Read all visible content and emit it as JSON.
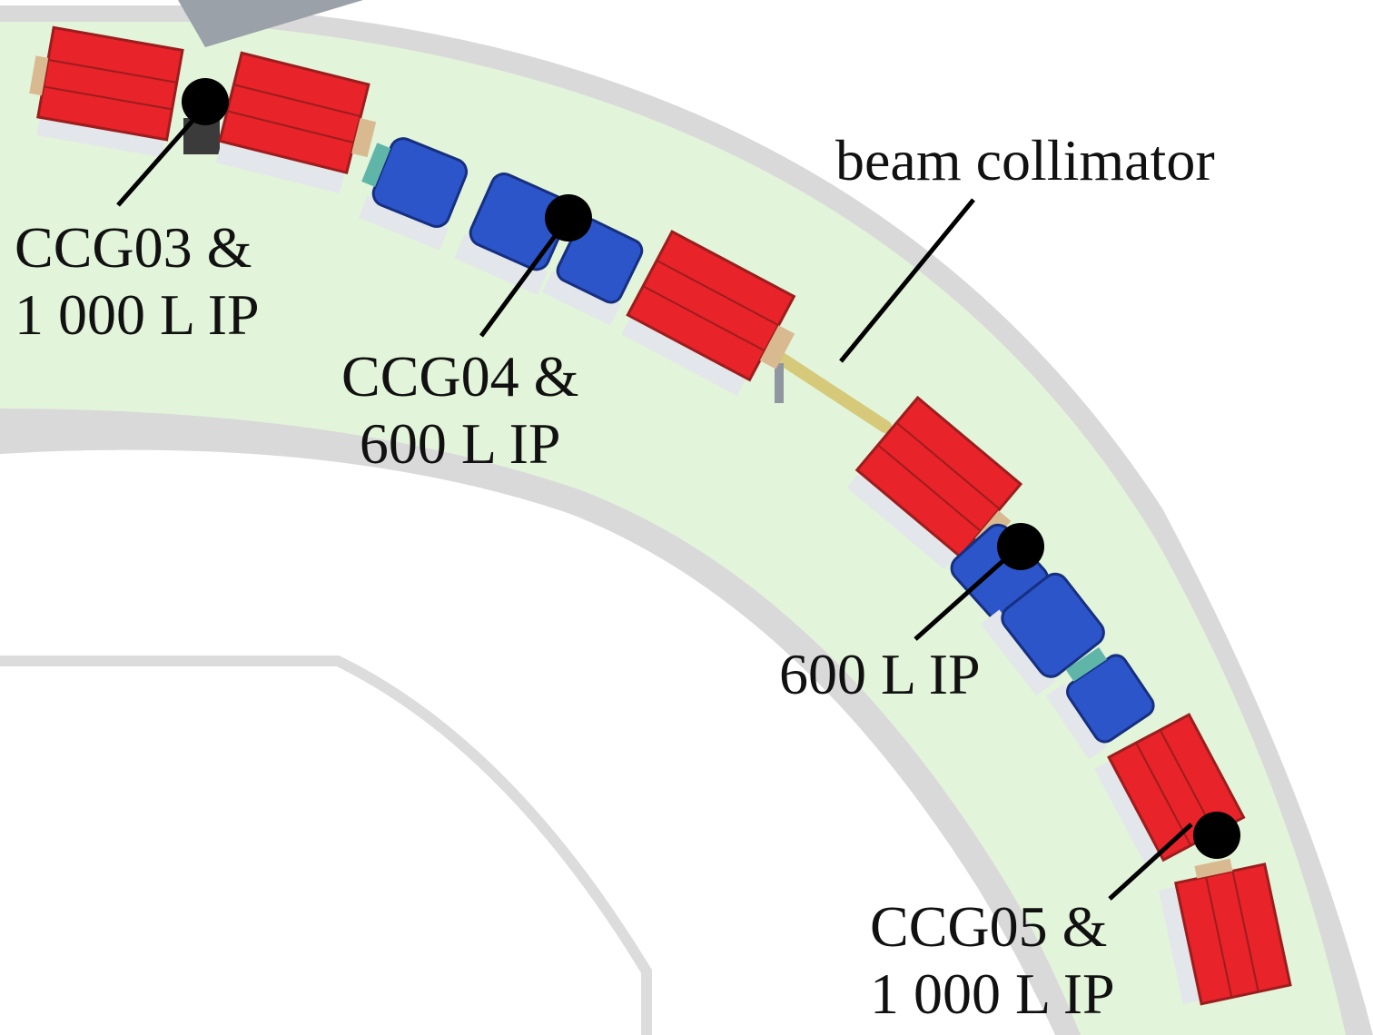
{
  "colors": {
    "tunnel_floor": "#e2f4d9",
    "tunnel_wall": "#d9d9d9",
    "inner_wall": "#dcdcdc",
    "dipole_red": "#e8232a",
    "dipole_dark": "#9c1d1d",
    "quad_blue": "#2c55c9",
    "quad_dark": "#162f80",
    "support": "#e3e6ea",
    "flange": "#d9b990",
    "beam_pipe": "#d6c97a",
    "marker": "#000000",
    "leader": "#000000",
    "text": "#111111"
  },
  "labels": {
    "ccg03": {
      "line1": "CCG03 &",
      "line2": "1 000 L IP"
    },
    "ccg04": {
      "line1": "CCG04 &",
      "line2": "600 L IP"
    },
    "collimator": {
      "line1": "beam collimator"
    },
    "ip600": {
      "line1": "600 L IP"
    },
    "ccg05": {
      "line1": "CCG05 &",
      "line2": "1 000 L IP"
    }
  }
}
